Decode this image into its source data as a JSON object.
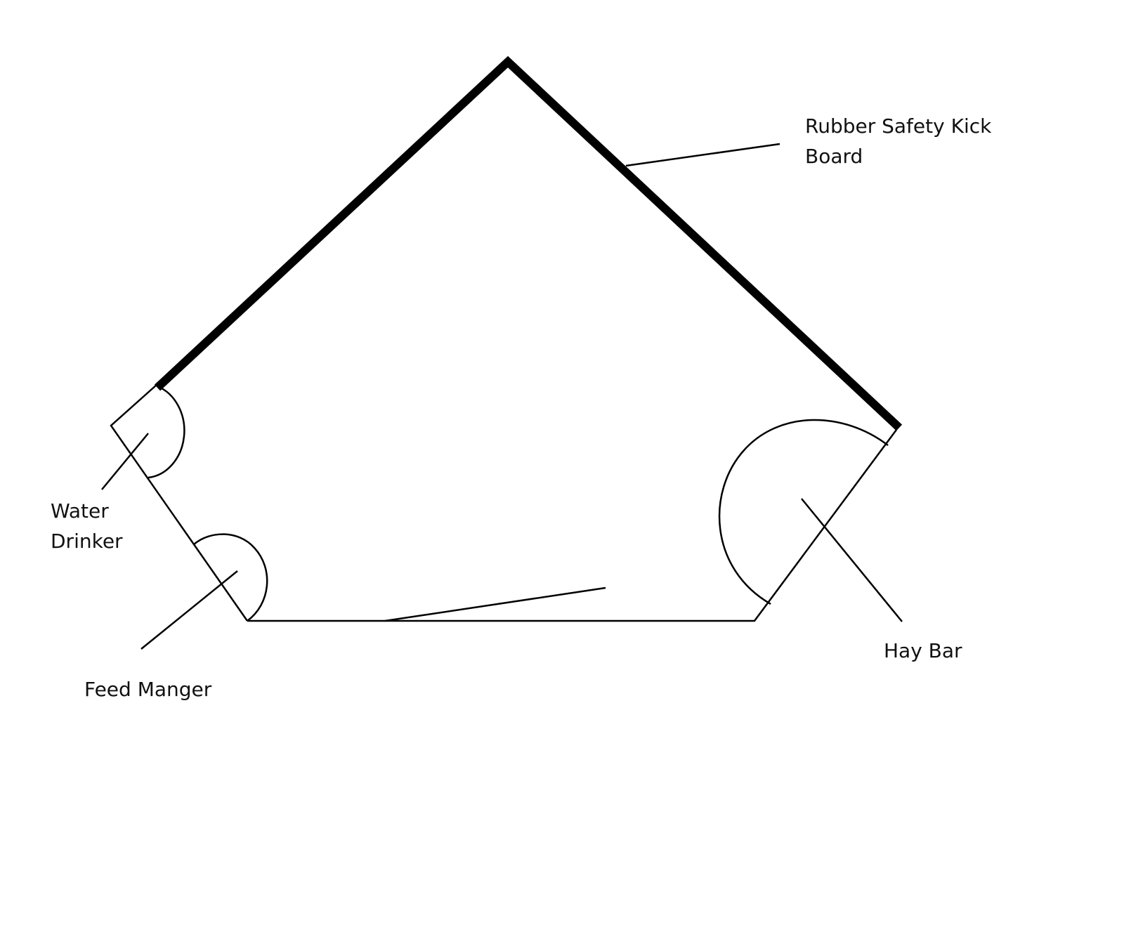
{
  "diagram": {
    "labels": {
      "kick_board": [
        "Rubber Safety Kick",
        "Board"
      ],
      "water_drinker": [
        "Water",
        "Drinker"
      ],
      "feed_manger": [
        "Feed Manger"
      ],
      "hay_bar": [
        "Hay Bar"
      ]
    },
    "colors": {
      "stroke": "#000000",
      "background": "#ffffff"
    }
  }
}
